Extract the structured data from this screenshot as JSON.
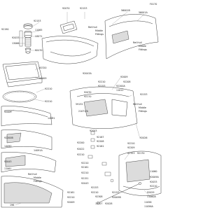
{
  "diagram_code": "F0170",
  "callouts": {
    "c92070": "92070",
    "c92153_top": "92153",
    "c56001a": "56001A",
    "c56001b": "56001B",
    "c92190": "92190",
    "c92153_tl": "92153",
    "c11065": "11065",
    "c13271": "13271",
    "c92033": "92033",
    "c13066": "13066",
    "c92170_left": "92170",
    "c92320": "92320",
    "c92009_top": "92009",
    "c92009": "92009",
    "c92210_a": "92210",
    "c92210_b": "92210",
    "c92043a": "92043A",
    "c92210_c": "92210",
    "c92153_mid": "92153",
    "c92070_b": "92070",
    "c92170_mid": "92170",
    "c11012": "11012",
    "c92200a": "92200A",
    "c92208": "92208",
    "c92009_mid": "92009",
    "c59132": "59132",
    "c21071a": "21071/A",
    "c92153_r": "92153",
    "c92026": "92026",
    "c92210_r": "92210",
    "c92209_r": "92209",
    "c92153_r2": "92153",
    "c92170_r": "92170",
    "c92043": "92043",
    "c92167": "92167",
    "c92208_b": "92208",
    "c92200": "92200",
    "c92161": "92161",
    "c92022": "92022",
    "c92210_d": "92210",
    "c14091": "14091",
    "c92200b": "92200B",
    "c92210_e": "92210",
    "c92161_b": "92161",
    "c14090": "14090",
    "c92210_f": "92210",
    "c92151": "92151",
    "c14091a": "14091A",
    "c92043_b": "92043",
    "c11061": "11061",
    "c92043_c": "92043",
    "c92153_low": "92153",
    "c92153_low2": "92153",
    "c92210_g": "92210",
    "c92308": "92308",
    "c11060": "11060",
    "c92009a": "92009A",
    "c92033_b": "92033",
    "c92210_h": "92210",
    "c92029": "92029",
    "c11060a": "11060A",
    "c11056": "11056",
    "c11056a": "11056A",
    "c13107": "13107",
    "c92028": "92028",
    "c92153_bot": "92153",
    "c92009b": "92009B",
    "c92161_c": "92161",
    "c92210_i": "92210",
    "c92009_bot": "92009",
    "c196": "196",
    "ref_hull_1": "Ref.Hull",
    "ref_hull_1b": "Middle",
    "ref_hull_1c": "Fittings",
    "ref_hull_2": "Ref.Hull",
    "ref_hull_2b": "Middle",
    "ref_hull_2c": "Fittings",
    "ref_hull_3": "Ref.Hull",
    "ref_hull_3b": "Middle",
    "ref_hull_3c": "Fittings",
    "ref_hull_4": "Ref.Hull",
    "ref_hull_4b": "Middle",
    "ref_hull_4c": "Fittings"
  }
}
